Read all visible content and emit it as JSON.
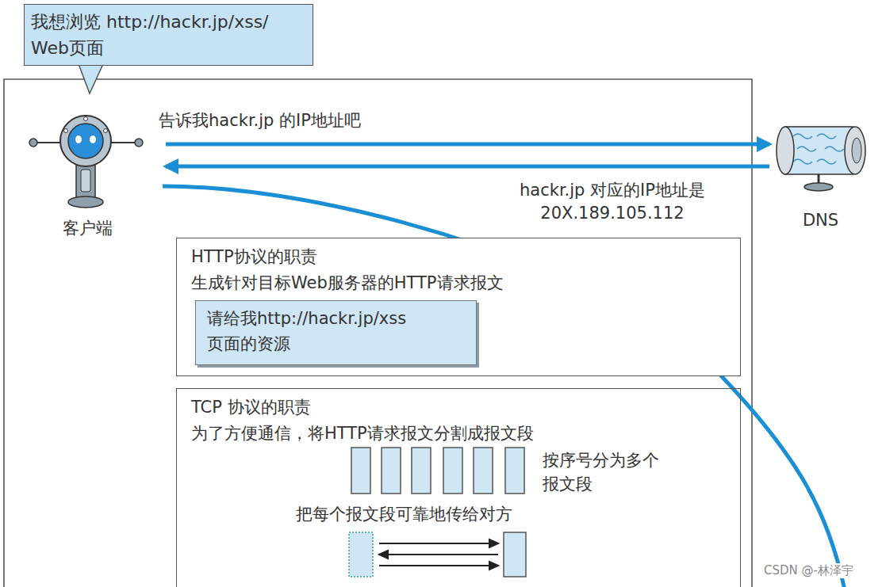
{
  "diagram": {
    "nodes": [
      {
        "text": [
          "我想浏览 http://hackr.jp/xss/ Web页面"
        ]
      },
      {
        "text": [
          "客户端"
        ]
      },
      {
        "text": [
          "DNS"
        ]
      },
      {
        "text": [
          "HTTP协议的职责",
          "生成针对目标Web服务器的HTTP请求报文"
        ]
      },
      {
        "text": [
          "请给我http://hackr.jp/xss 页面的资源"
        ],
        "in": 3
      },
      {
        "text": [
          "TCP 协议的职责",
          "为了方便通信，将HTTP请求报文分割成报文段",
          "按序号分为多个 报文段",
          "把每个报文段可靠地传给对方"
        ]
      }
    ],
    "edges": [
      {
        "from": 1,
        "to": 2,
        "arrow": "to",
        "label": "告诉我hackr.jp 的IP地址吧"
      },
      {
        "from": 2,
        "to": 1,
        "arrow": "to",
        "label": "hackr.jp 对应的IP地址是 20X.189.105.112"
      }
    ],
    "labels": [
      "CSDN @-林泽宇"
    ]
  }
}
